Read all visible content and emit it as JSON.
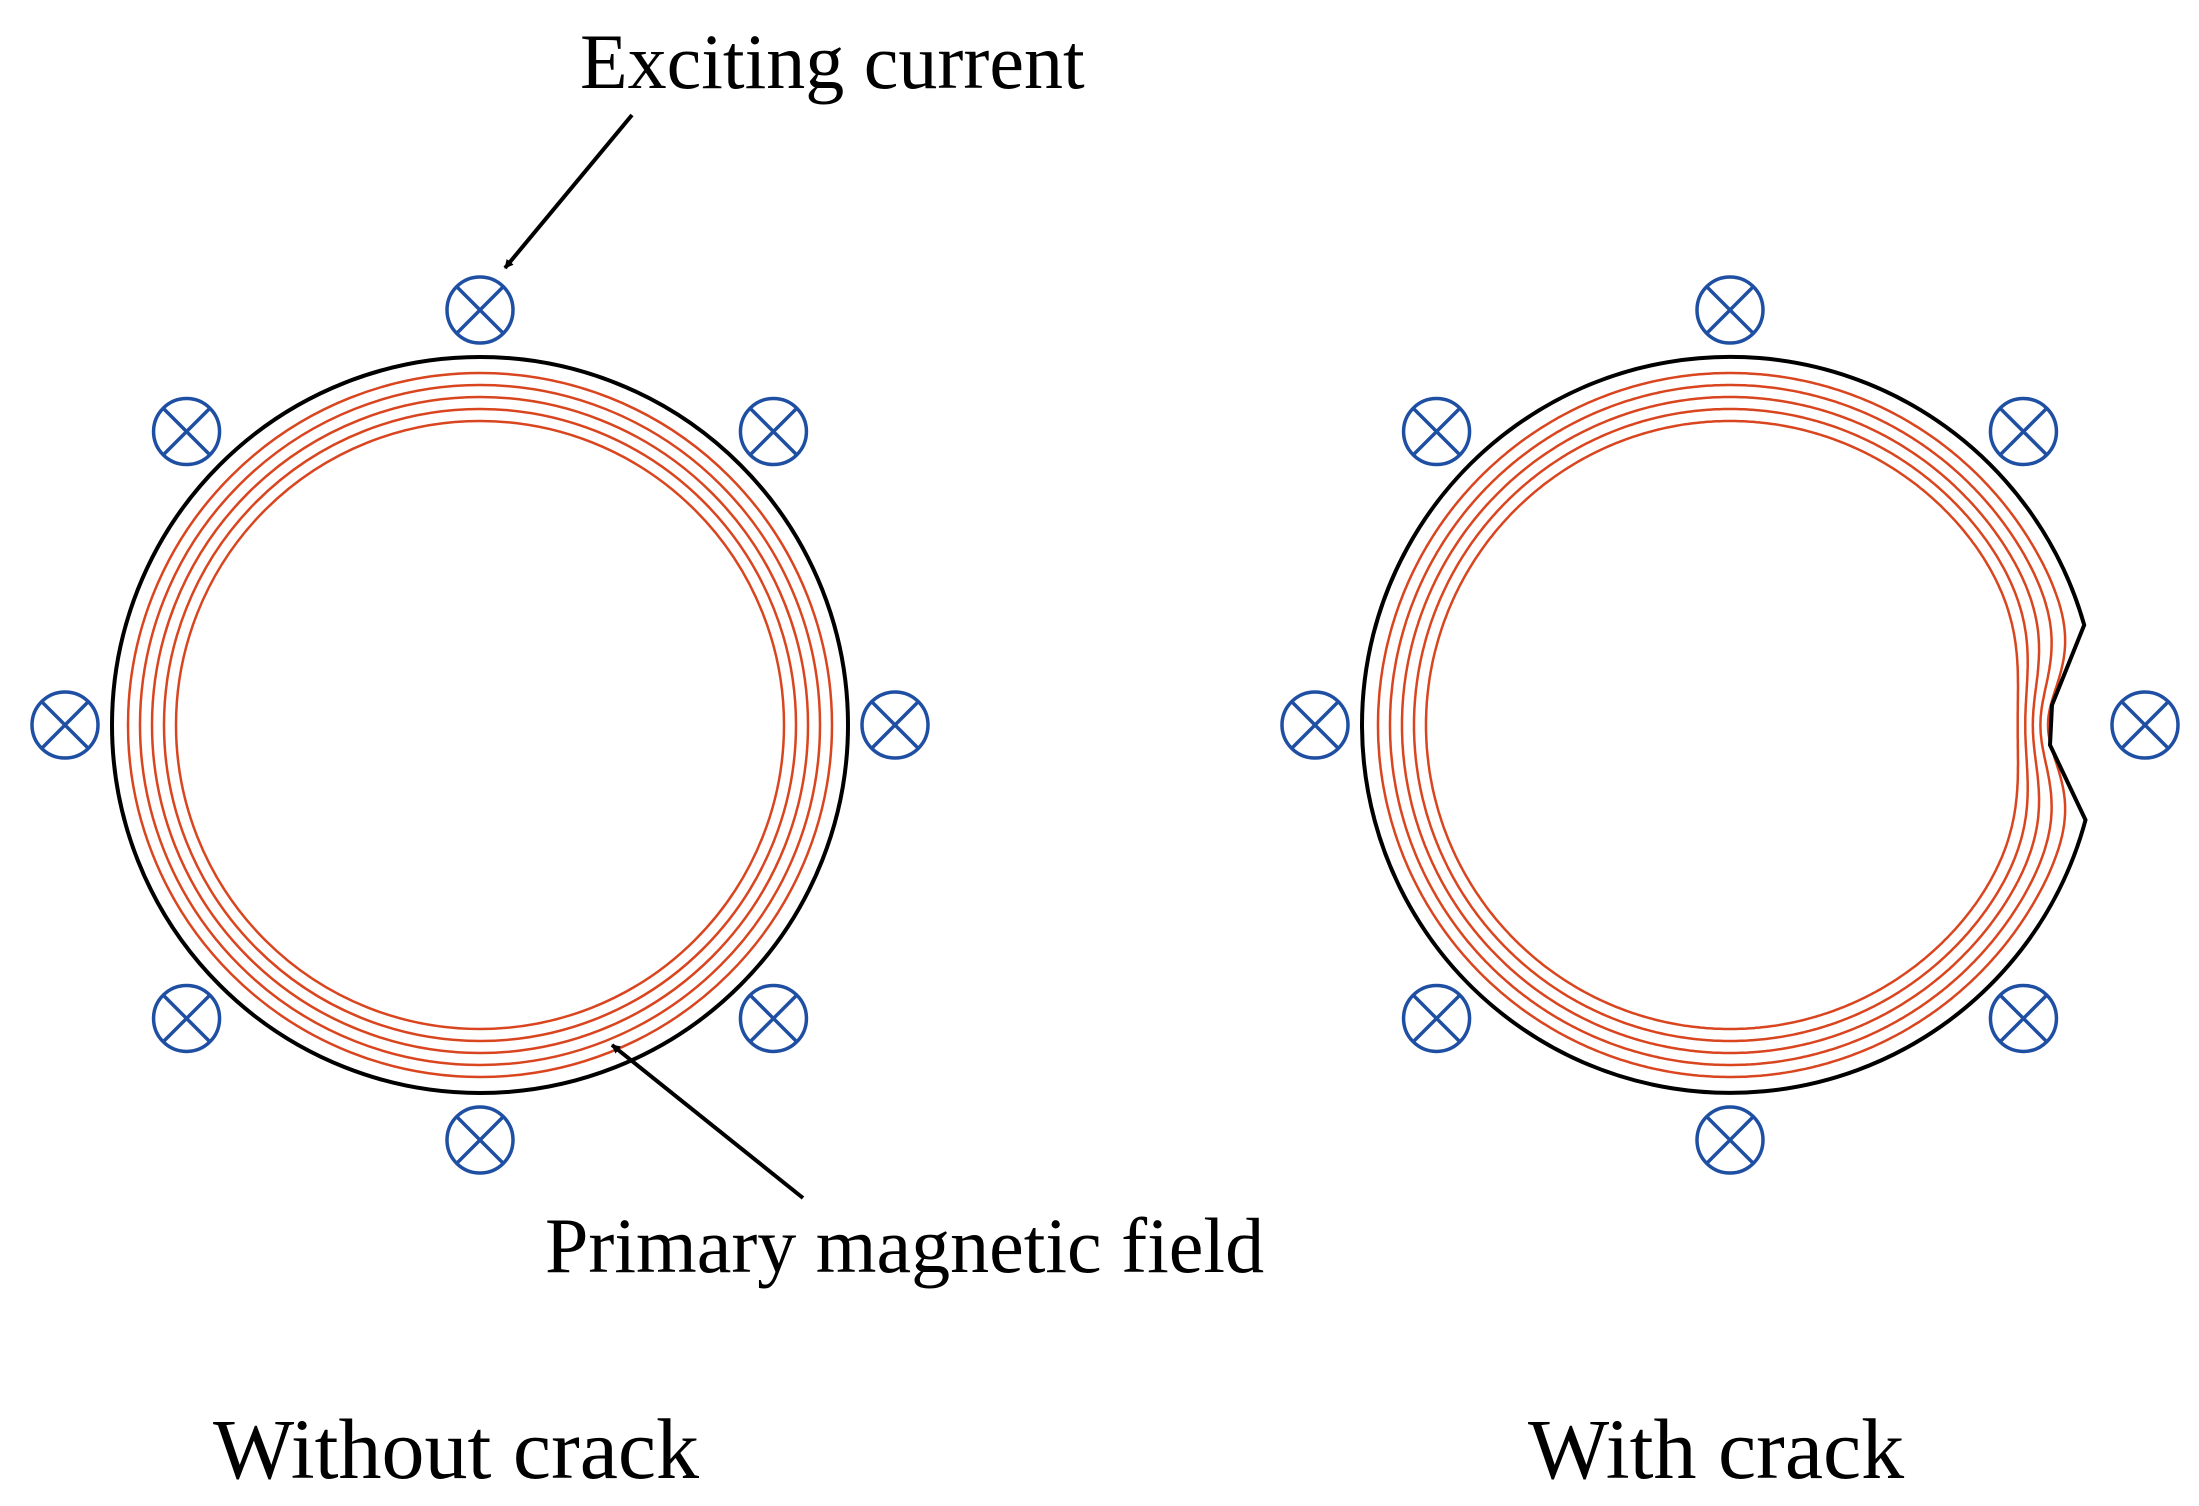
{
  "labels": {
    "exciting_current": "Exciting current",
    "primary_magnetic_field": "Primary magnetic field",
    "without_crack": "Without crack",
    "with_crack": "With crack"
  },
  "panels": [
    {
      "id": "without-crack",
      "crack": false,
      "coil_count": 8,
      "field_line_count": 5
    },
    {
      "id": "with-crack",
      "crack": true,
      "coil_count": 8,
      "field_line_count": 5
    }
  ],
  "colors": {
    "pipe": "#000000",
    "field_lines": "#d9451f",
    "coil": "#1f4fa3",
    "arrow": "#000000",
    "text": "#000000"
  },
  "icons": {
    "coil": "current-into-page-icon"
  }
}
